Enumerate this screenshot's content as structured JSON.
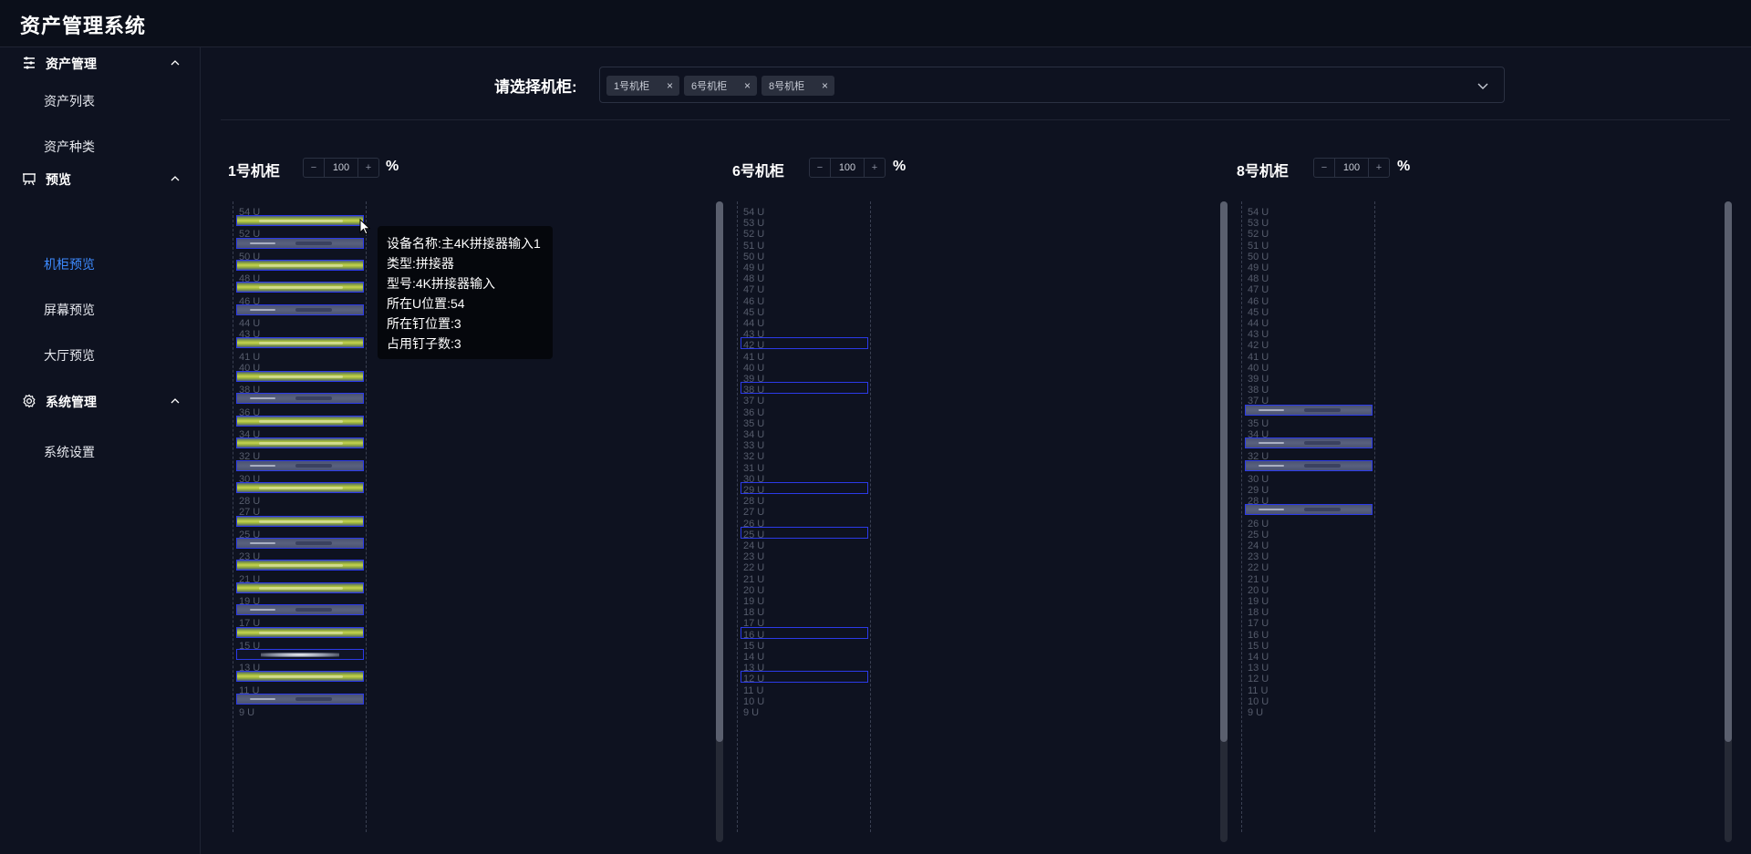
{
  "header": {
    "title": "资产管理系统"
  },
  "sidebar": {
    "groups": [
      {
        "label": "资产管理",
        "icon": "list-icon",
        "items": [
          "资产列表",
          "资产种类"
        ]
      },
      {
        "label": "预览",
        "icon": "easel-icon",
        "items": [
          "机柜预览",
          "屏幕预览",
          "大厅预览"
        ]
      },
      {
        "label": "系统管理",
        "icon": "gear-icon",
        "items": [
          "系统设置"
        ]
      }
    ],
    "active_item": "机柜预览"
  },
  "selector": {
    "label": "请选择机柜:",
    "tags": [
      "1号机柜",
      "6号机柜",
      "8号机柜"
    ],
    "close_glyph": "×"
  },
  "racks": [
    {
      "title": "1号机柜",
      "zoom": "100",
      "unit": "%",
      "u_labels": [
        "54 U",
        "52 U",
        "50 U",
        "48 U",
        "46 U",
        "44 U",
        "43 U",
        "41 U",
        "40 U",
        "38 U",
        "36 U",
        "34 U",
        "32 U",
        "30 U",
        "28 U",
        "27 U",
        "25 U",
        "23 U",
        "21 U",
        "19 U",
        "17 U",
        "15 U",
        "13 U",
        "11 U",
        "9 U"
      ],
      "devices": [
        {
          "u": 53,
          "type": "kvm"
        },
        {
          "u": 51,
          "type": "srv"
        },
        {
          "u": 49,
          "type": "kvm"
        },
        {
          "u": 47,
          "type": "kvm"
        },
        {
          "u": 45,
          "type": "srv"
        },
        {
          "u": 42,
          "type": "kvm"
        },
        {
          "u": 39,
          "type": "kvm"
        },
        {
          "u": 37,
          "type": "srv"
        },
        {
          "u": 35,
          "type": "kvm"
        },
        {
          "u": 33,
          "type": "kvm"
        },
        {
          "u": 31,
          "type": "srv"
        },
        {
          "u": 29,
          "type": "kvm"
        },
        {
          "u": 26,
          "type": "kvm"
        },
        {
          "u": 24,
          "type": "srv"
        },
        {
          "u": 22,
          "type": "kvm"
        },
        {
          "u": 20,
          "type": "kvm"
        },
        {
          "u": 18,
          "type": "srv"
        },
        {
          "u": 16,
          "type": "kvm"
        },
        {
          "u": 14,
          "type": "disp"
        },
        {
          "u": 12,
          "type": "kvm"
        },
        {
          "u": 10,
          "type": "srv"
        }
      ]
    },
    {
      "title": "6号机柜",
      "zoom": "100",
      "unit": "%",
      "u_labels": [
        "54 U",
        "53 U",
        "52 U",
        "51 U",
        "50 U",
        "49 U",
        "48 U",
        "47 U",
        "46 U",
        "45 U",
        "44 U",
        "43 U",
        "42 U",
        "41 U",
        "40 U",
        "39 U",
        "38 U",
        "37 U",
        "36 U",
        "35 U",
        "34 U",
        "33 U",
        "32 U",
        "31 U",
        "30 U",
        "29 U",
        "28 U",
        "27 U",
        "26 U",
        "25 U",
        "24 U",
        "23 U",
        "22 U",
        "21 U",
        "20 U",
        "19 U",
        "18 U",
        "17 U",
        "16 U",
        "15 U",
        "14 U",
        "13 U",
        "12 U",
        "11 U",
        "10 U",
        "9 U"
      ],
      "devices": [
        {
          "u": 42,
          "type": "empty"
        },
        {
          "u": 38,
          "type": "empty"
        },
        {
          "u": 29,
          "type": "empty"
        },
        {
          "u": 25,
          "type": "empty"
        },
        {
          "u": 16,
          "type": "empty"
        },
        {
          "u": 12,
          "type": "empty"
        }
      ]
    },
    {
      "title": "8号机柜",
      "zoom": "100",
      "unit": "%",
      "u_labels": [
        "54 U",
        "53 U",
        "52 U",
        "51 U",
        "50 U",
        "49 U",
        "48 U",
        "47 U",
        "46 U",
        "45 U",
        "44 U",
        "43 U",
        "42 U",
        "41 U",
        "40 U",
        "39 U",
        "38 U",
        "37 U",
        "35 U",
        "34 U",
        "32 U",
        "30 U",
        "29 U",
        "28 U",
        "26 U",
        "25 U",
        "24 U",
        "23 U",
        "22 U",
        "21 U",
        "20 U",
        "19 U",
        "18 U",
        "17 U",
        "16 U",
        "15 U",
        "14 U",
        "13 U",
        "12 U",
        "11 U",
        "10 U",
        "9 U"
      ],
      "devices": [
        {
          "u": 36,
          "type": "srv"
        },
        {
          "u": 33,
          "type": "srv"
        },
        {
          "u": 31,
          "type": "srv"
        },
        {
          "u": 27,
          "type": "srv"
        }
      ]
    }
  ],
  "tooltip": {
    "lines": [
      "设备名称:主4K拼接器输入1",
      "类型:拼接器",
      "型号:4K拼接器输入",
      "所在U位置:54",
      "所在钉位置:3",
      "占用钉子数:3"
    ]
  }
}
